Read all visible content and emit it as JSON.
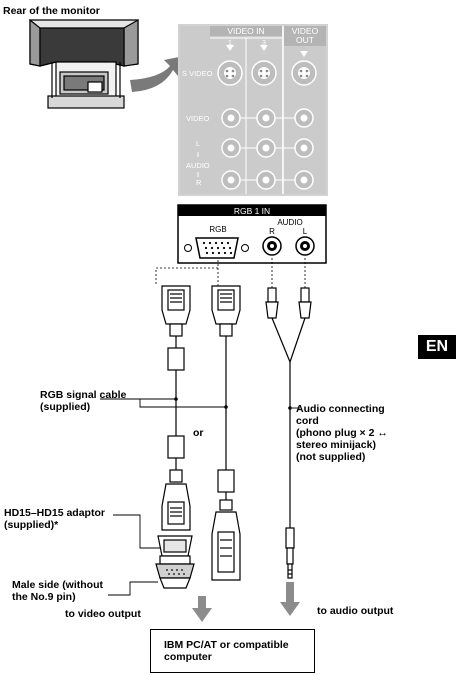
{
  "labels": {
    "rear_of_monitor": "Rear of the monitor",
    "rgb_cable_line1": "RGB signal cable",
    "rgb_cable_line2": "(supplied)",
    "or": "or",
    "adaptor_line1": "HD15–HD15 adaptor",
    "adaptor_line2": "(supplied)*",
    "male_line1": "Male side (without",
    "male_line2": "the No.9 pin)",
    "to_video_output": "to video output",
    "to_audio_output": "to audio output",
    "audio_line1": "Audio connecting",
    "audio_line2": "cord",
    "audio_line3": "(phono plug × 2 ↔",
    "audio_line4": "stereo minijack)",
    "audio_line5": "(not supplied)",
    "computer_line1": "IBM PC/AT or compatible",
    "computer_line2": "computer",
    "lang_badge": "EN"
  },
  "panel": {
    "video_in": "VIDEO IN",
    "video_out_1": "VIDEO",
    "video_out_2": "OUT",
    "col_1": "1",
    "col_3": "3",
    "row_svideo": "S VIDEO",
    "row_video": "VIDEO",
    "row_audio_l": "L",
    "row_audio": "AUDIO",
    "row_audio_r": "R"
  },
  "rgb_panel": {
    "title": "RGB 1 IN",
    "audio": "AUDIO",
    "rgb": "RGB",
    "r": "R",
    "l": "L"
  },
  "colors": {
    "panel_gray": "#b4b4b4",
    "panel_light": "#dcdcdc",
    "panel_text": "#ffffff",
    "line": "#000000",
    "arrow_gray": "#8c8c8c"
  }
}
